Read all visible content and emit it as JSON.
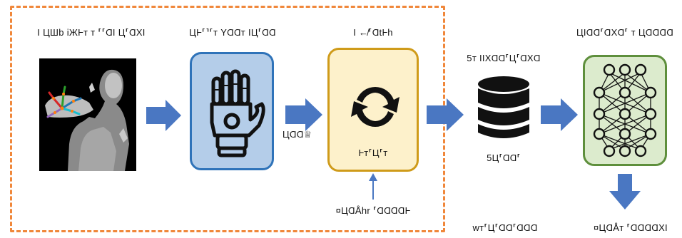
{
  "colors": {
    "arrow": "#4a77c2",
    "dashed_border": "#f0873a",
    "glove_box_fill": "#b4cde9",
    "glove_box_border": "#2f73b9",
    "sync_box_fill": "#fdf1cb",
    "sync_box_border": "#cf9b1a",
    "nn_box_fill": "#dcebcd",
    "nn_box_border": "#5e8f3c"
  },
  "labels": {
    "image_title": "I ЦШb iЖⱵт т ⸢⸢ⱭI Ц⸢ⱭXI",
    "glove_title": "ЦⱵ⸢⸣⸢т YⱭⱭт IЦ⸢ⱭⱭ",
    "sync_title": "I ↚⸢ⱭtⱵh",
    "sync_caption": "Ⱶт⸢Ц⸢т",
    "sync_input": "¤ЦⱭÅhr ⸢ⱭⱭⱭⱭⱵ",
    "between_arrow": "ЦⱭⱭ♕",
    "db_title": "5т IIXⱭⱭ⸢Ц⸢ⱭXⱭ",
    "db_caption": "5Ц⸢ⱭⱭ⸢",
    "nn_title": "ЦIⱭⱭ⸢ⱭXⱭ⸢ т ЦⱭⱭⱭⱭ",
    "bottom_mid": "wт⸢Ц⸢ⱭⱭ⸢ⱭⱭⱭ",
    "bottom_right": "¤ЦⱭÅт ⸢ⱭⱭⱭⱭXI"
  },
  "icons": {
    "glove": "robotic-glove-icon",
    "sync": "sync-icon",
    "database": "database-icon",
    "network": "neural-network-icon"
  }
}
